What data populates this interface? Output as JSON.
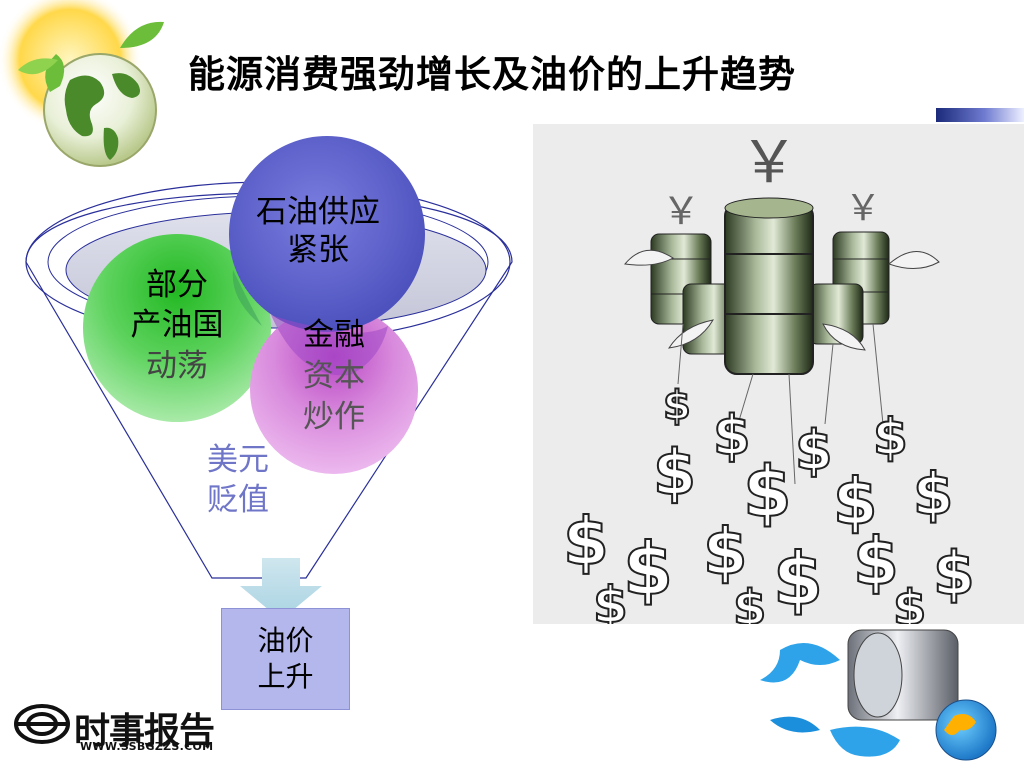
{
  "slide": {
    "title": "能源消费强劲增长及油价的上升趋势"
  },
  "diagram": {
    "circles": [
      {
        "line1": "石油供应",
        "line2": "紧张"
      },
      {
        "line1": "部分",
        "line2": "产油国",
        "line3": "动荡"
      },
      {
        "line1": "金融",
        "line2": "资本",
        "line3": "炒作"
      }
    ],
    "usd": {
      "line1": "美元",
      "line2": "贬值"
    },
    "result": {
      "line1": "油价",
      "line2": "上升"
    }
  },
  "illustration": {
    "yuan_symbol": "￥",
    "dollar_symbol": "$"
  },
  "logo": {
    "name": "时事报告",
    "url": "WWW.SSBGZZS.COM"
  },
  "colors": {
    "circle_supply": "#5b5fc8",
    "circle_unrest": "#3cc23c",
    "circle_finance": "#d374d8",
    "result_box": "#b4b7ec",
    "title_accent": "#1b2a7a"
  }
}
